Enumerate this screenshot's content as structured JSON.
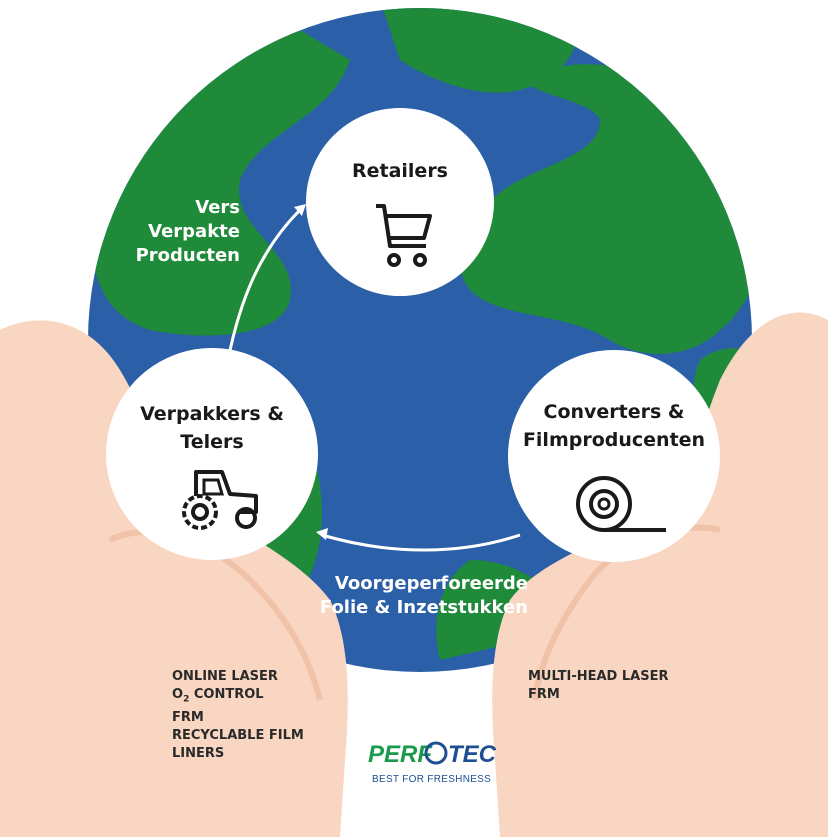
{
  "nodes": {
    "retailers": {
      "line1": "Retailers"
    },
    "growers": {
      "line1": "Verpakkers &",
      "line2": "Telers"
    },
    "converters": {
      "line1": "Converters &",
      "line2": "Filmproducenten"
    }
  },
  "flows": {
    "to_retailers": {
      "line1": "Vers",
      "line2": "Verpakte",
      "line3": "Producten"
    },
    "to_growers": {
      "line1": "Voorgeperforeerde",
      "line2": "Folie & Inzetstukken"
    }
  },
  "left_hand": {
    "line1": "ONLINE LASER",
    "line2_prefix": "O",
    "line2_sub": "2",
    "line2_suffix": " CONTROL",
    "line3": "FRM",
    "line4": "RECYCLABLE FILM",
    "line5": "LINERS"
  },
  "right_hand": {
    "line1": "MULTI-HEAD LASER",
    "line2": "FRM"
  },
  "logo": {
    "brand": "PERFOTEC",
    "tagline": "BEST FOR FRESHNESS"
  },
  "icons": [
    "shopping-cart-icon",
    "tractor-icon",
    "film-roll-icon"
  ],
  "colors": {
    "ocean": "#2b5fa8",
    "land": "#1e8a3a",
    "skin": "#f9d6c2",
    "brand_green": "#1a9a4a",
    "brand_blue": "#1d4f91"
  }
}
